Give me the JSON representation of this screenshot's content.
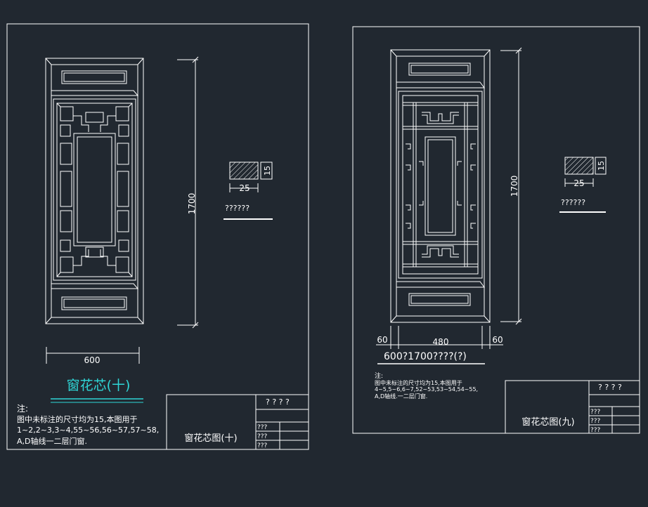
{
  "left_sheet": {
    "height_dim": "1700",
    "width_dim": "600",
    "section_width": "25",
    "section_height": "15",
    "section_label": "??????",
    "title": "窗花芯(十)",
    "note_heading": "注:",
    "note_lines": [
      "图中未标注的尺寸均为15,本图用于",
      "1~2,2~3,3~4,55~56,56~57,57~58,",
      "A,D轴线一二层门窗."
    ],
    "title_block": {
      "top_right": "? ? ? ?",
      "drawing_name": "窗花芯图(十)",
      "cells": [
        "???",
        "???",
        "???"
      ]
    }
  },
  "right_sheet": {
    "height_dim": "1700",
    "dim_left": "60",
    "dim_mid": "480",
    "dim_right": "60",
    "size_label": "600?1700????(?)",
    "section_width": "25",
    "section_height": "15",
    "section_label": "??????",
    "note_heading": "注:",
    "note_lines": [
      "图中未标注的尺寸均为15,本图用于",
      "4~5,5~6,6~7,52~53,53~54,54~55,",
      "A,D轴线.一二层门窗."
    ],
    "title_block": {
      "top_right": "? ? ? ?",
      "drawing_name": "窗花芯图(九)",
      "cells": [
        "???",
        "???",
        "???"
      ]
    }
  }
}
